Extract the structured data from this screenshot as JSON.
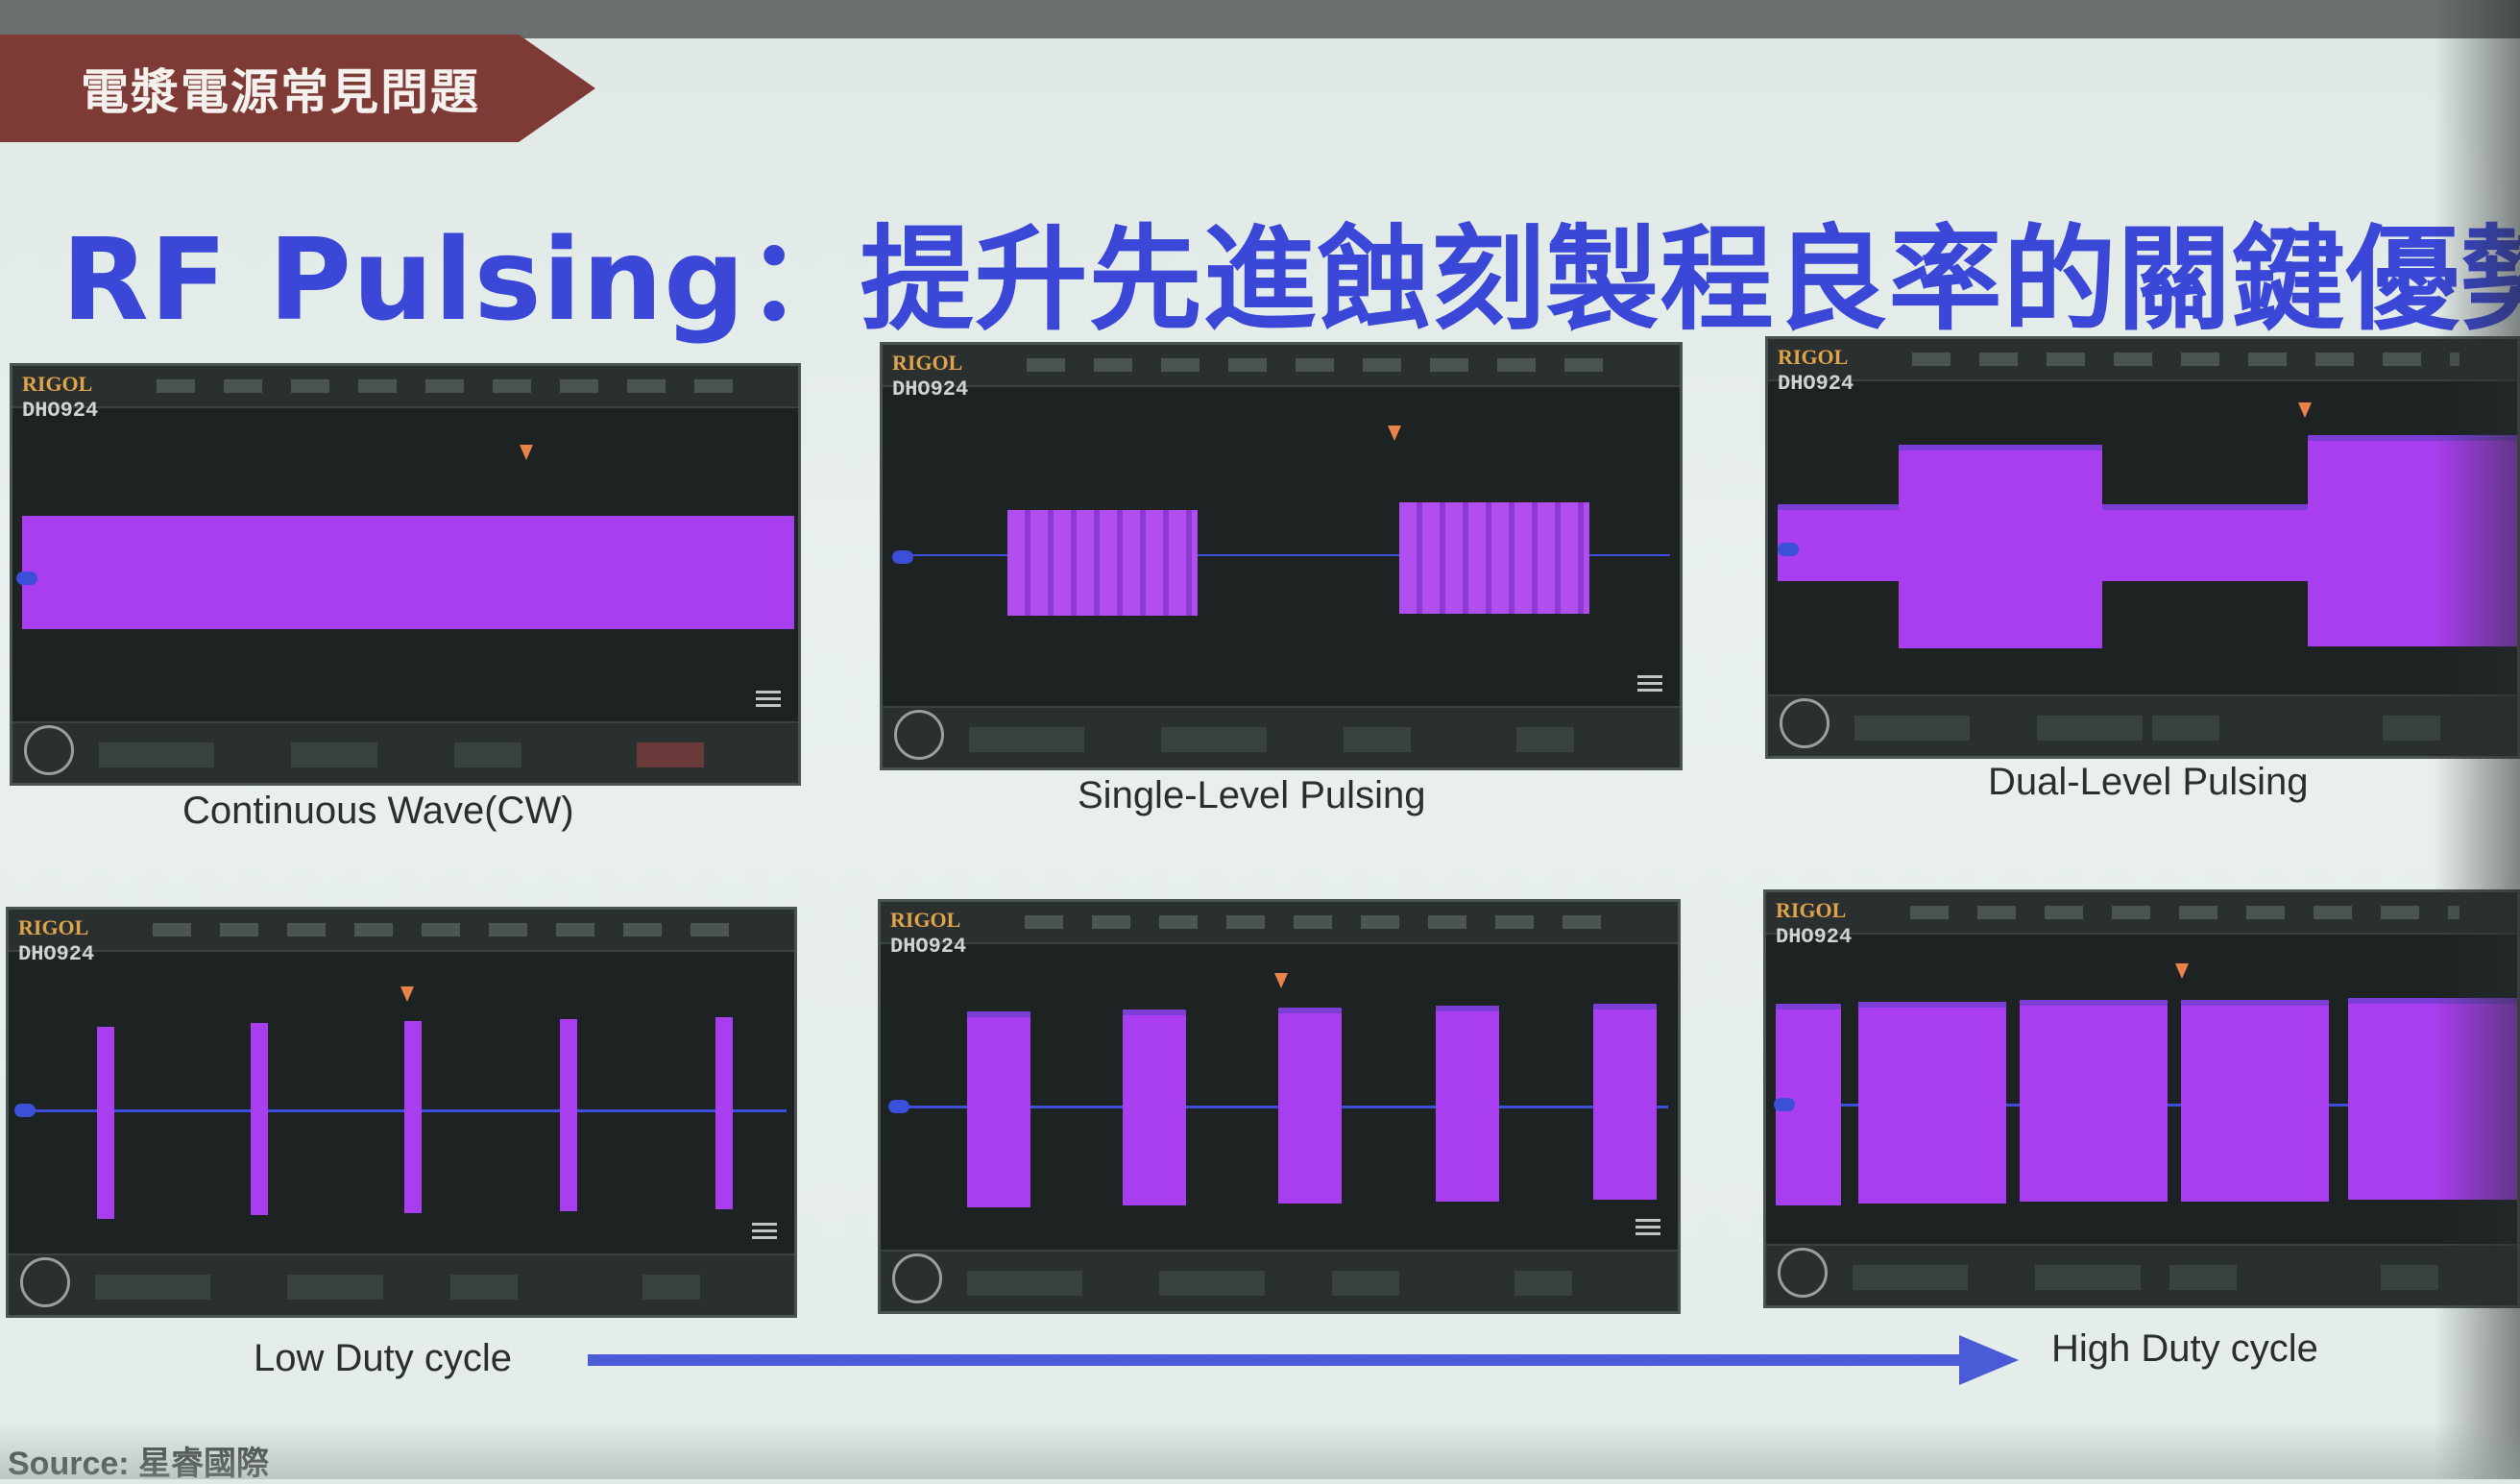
{
  "section_tag": "電漿電源常見問題",
  "title": "RF Pulsing：提升先進蝕刻製程良率的關鍵優勢",
  "scope_brand": "RIGOL",
  "scope_model": "DHO924",
  "captions": {
    "cw": "Continuous Wave(CW)",
    "single": "Single-Level Pulsing",
    "dual": "Dual-Level Pulsing"
  },
  "duty": {
    "low": "Low Duty cycle",
    "high": "High Duty cycle"
  },
  "source": "Source: 星睿國際",
  "colors": {
    "title": "#3b47d6",
    "ribbon": "#7e3a35",
    "waveform": "#a83ef0",
    "arrow": "#4b5bd8"
  }
}
